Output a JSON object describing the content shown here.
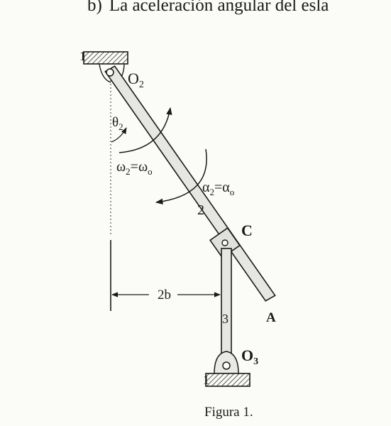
{
  "heading": {
    "item": "b)",
    "text": "La aceleración angular del esla"
  },
  "labels": {
    "ground_top": "1",
    "ground_bottom": "1",
    "pivot_o2": "O",
    "pivot_o2_sub": "2",
    "pivot_o3": "O",
    "pivot_o3_sub": "3",
    "theta": "θ",
    "theta_sub": "2",
    "omega": "ω",
    "omega_sub": "2",
    "omega_eq": "=ω",
    "omega_eq_sub": "o",
    "alpha": "α",
    "alpha_sub": "2",
    "alpha_eq": "=α",
    "alpha_eq_sub": "o",
    "link_2": "2",
    "link_3": "3",
    "point_c": "C",
    "point_a": "A",
    "dimension": "2b"
  },
  "caption": "Figura 1."
}
